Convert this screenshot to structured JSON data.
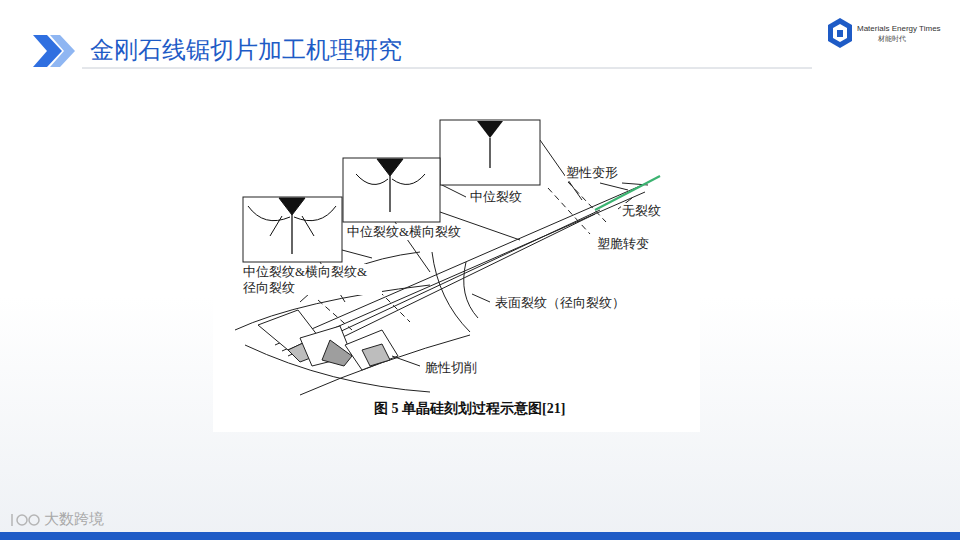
{
  "diagram": {
    "title": "金刚石线锯切片加工机理研究",
    "caption": "图 5 单晶硅刻划过程示意图[21]",
    "labels": [
      "Materials Energy Times",
      "材能时代",
      "塑性变形",
      "无裂纹",
      "塑脆转变",
      "中位裂纹",
      "中位裂纹&横向裂纹",
      "中位裂纹&横向裂纹& 径向裂纹",
      "表面裂纹（径向裂纹）",
      "脆性切削",
      "大数跨境"
    ]
  }
}
